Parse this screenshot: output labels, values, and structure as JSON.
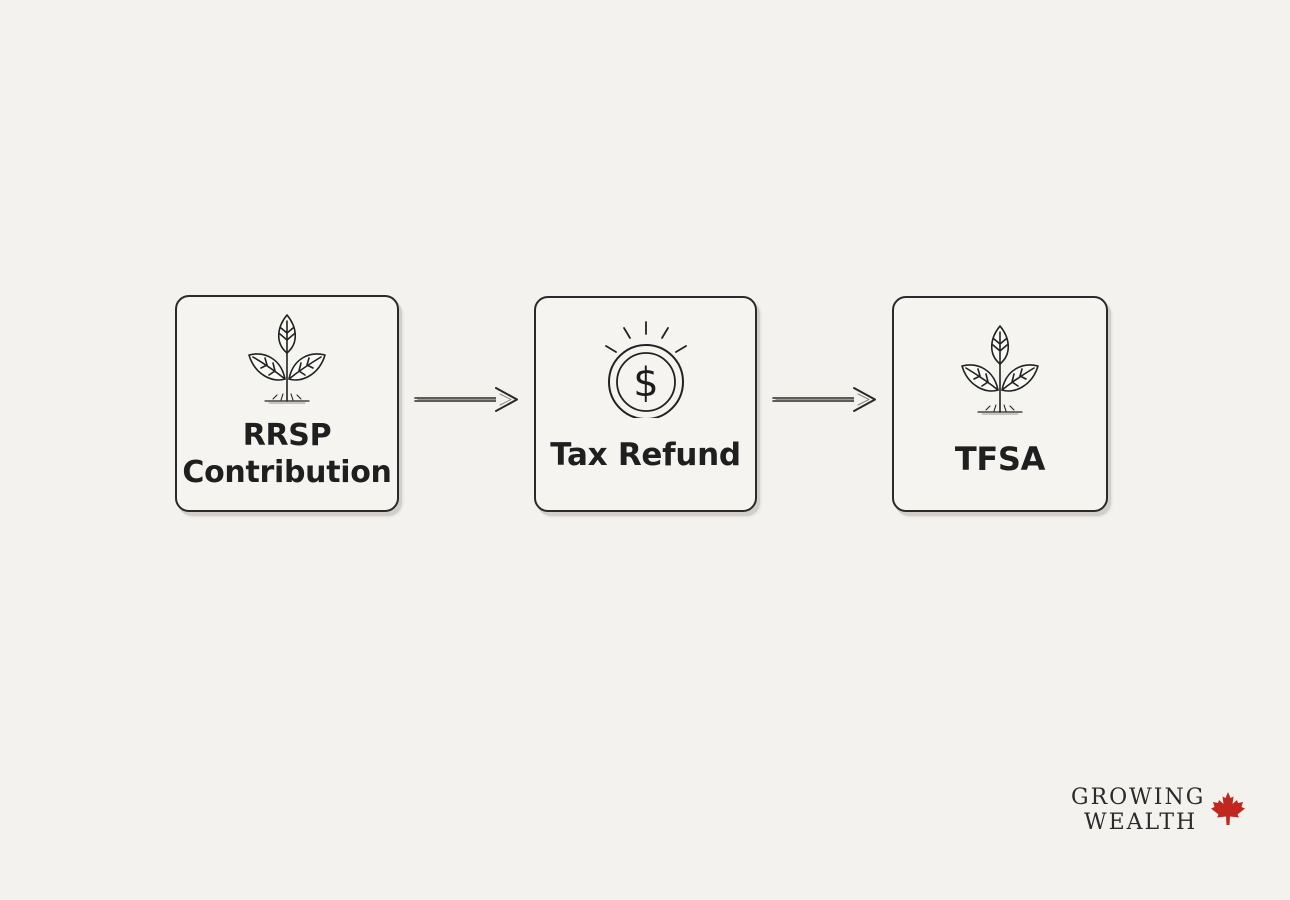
{
  "diagram": {
    "nodes": [
      {
        "id": "rrsp",
        "label_lines": [
          "RRSP",
          "Contribution"
        ],
        "icon": "sprout-icon"
      },
      {
        "id": "tax-refund",
        "label_lines": [
          "Tax Refund"
        ],
        "icon": "dollar-coin-icon"
      },
      {
        "id": "tfsa",
        "label_lines": [
          "TFSA"
        ],
        "icon": "sprout-icon"
      }
    ],
    "edges": [
      {
        "from": "rrsp",
        "to": "tax-refund"
      },
      {
        "from": "tax-refund",
        "to": "tfsa"
      }
    ]
  },
  "brand": {
    "line1": "GROWING",
    "line2": "WEALTH",
    "icon": "maple-leaf-icon"
  },
  "colors": {
    "background": "#f4f2ee",
    "ink": "#1f1f1f",
    "maple_leaf": "#c0281f"
  }
}
